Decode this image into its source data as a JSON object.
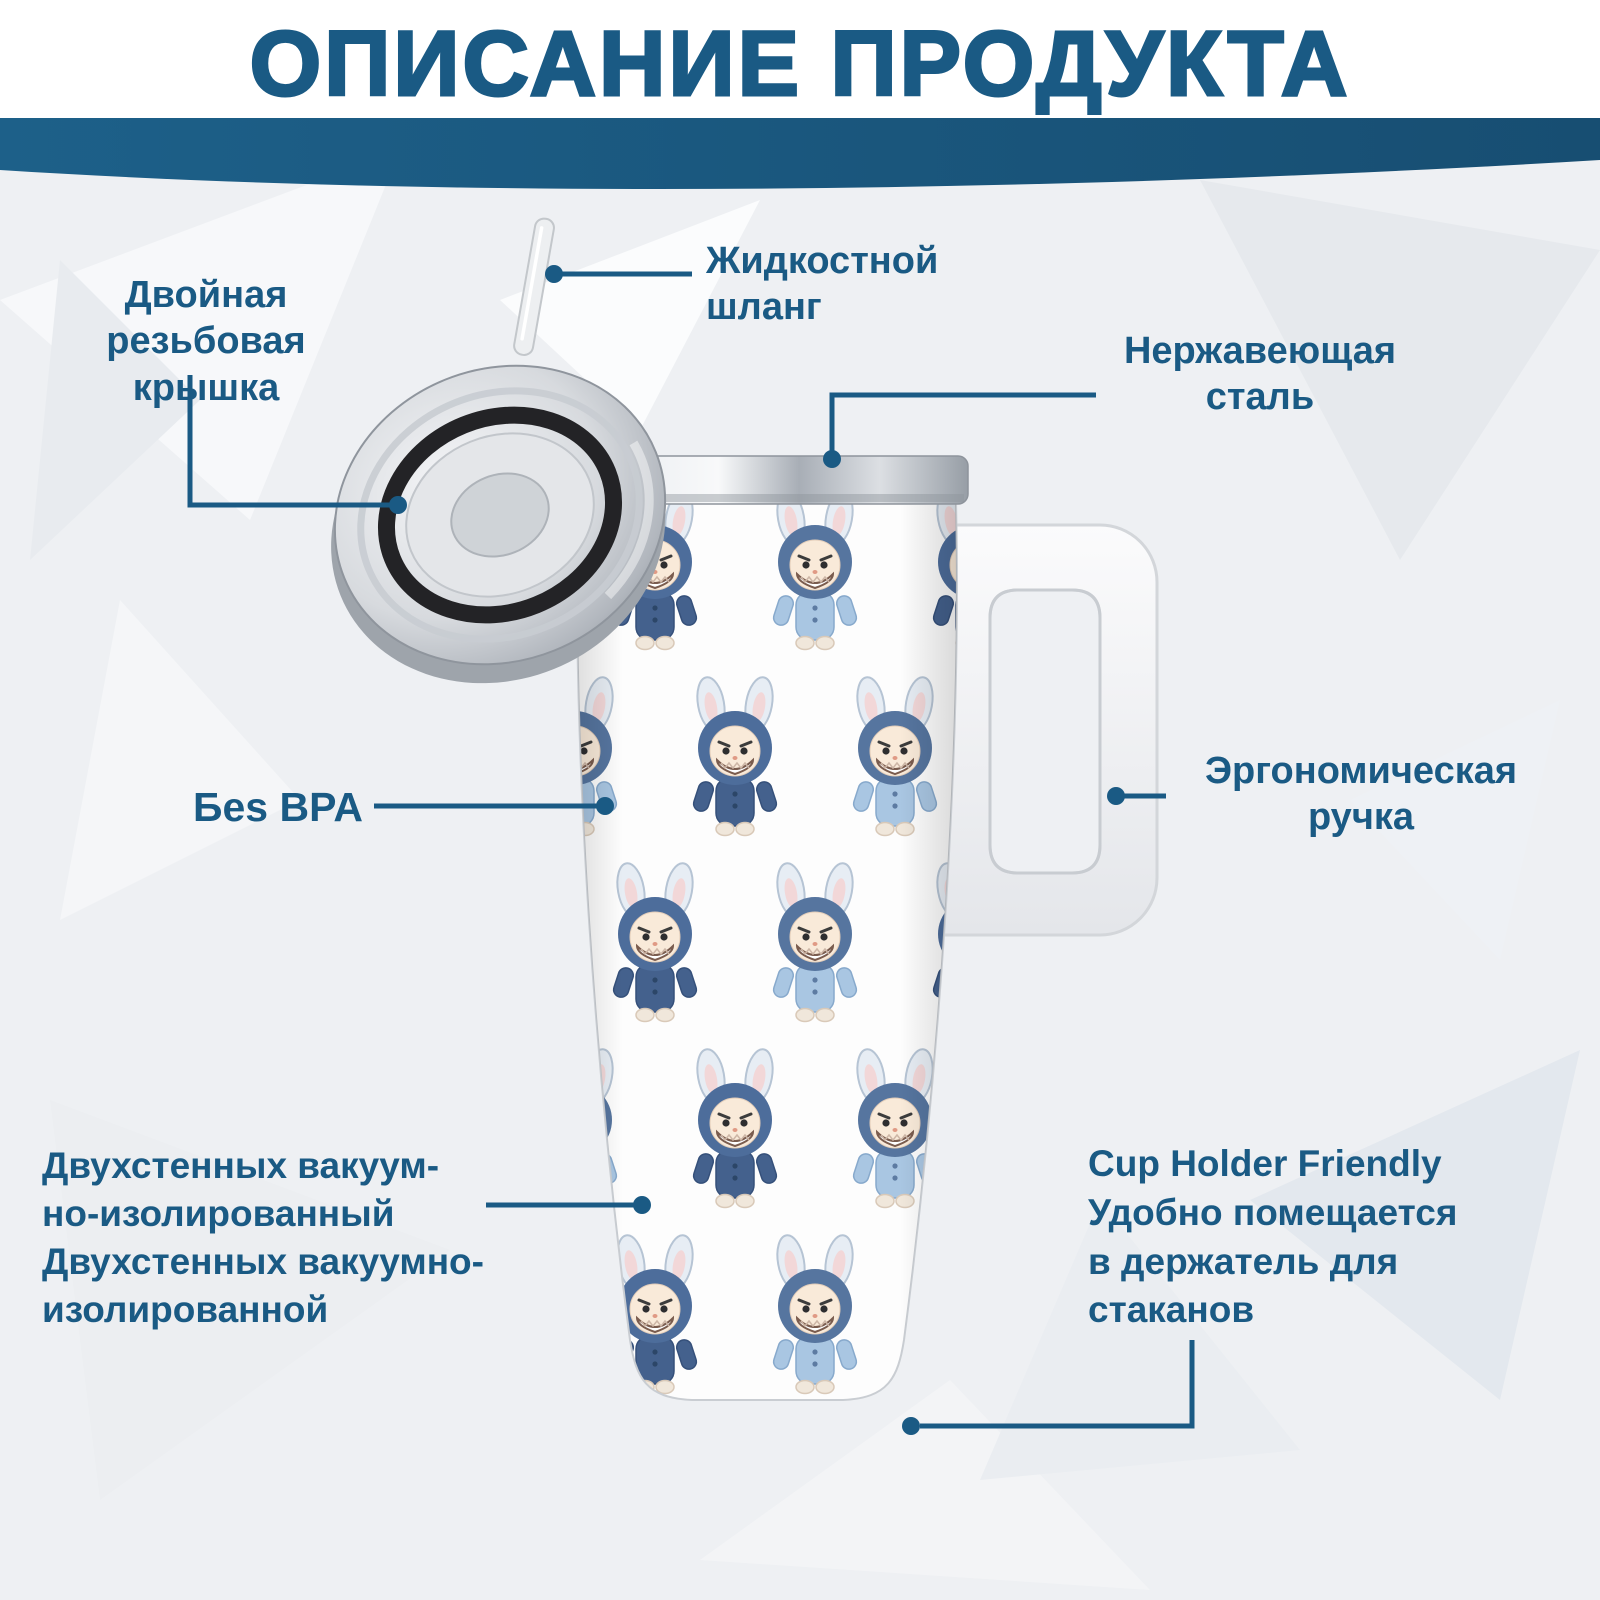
{
  "title": "ОПИСАНИЕ ПРОДУКТА",
  "colors": {
    "accent": "#1a5a84",
    "banner": "#1d5d85",
    "cup_pattern_dark_outfit": "#44618d",
    "cup_pattern_light_outfit": "#a9c6e2"
  },
  "callouts": {
    "lid": "Двойная\nрезьбовая крышка",
    "straw": "Жидкостной\nшланг",
    "steel": "Нержавеющая\nсталь",
    "bpa": "Бes BPA",
    "handle": "Эргономическая\nручка",
    "vacuum": "Двухстенных вакуум-\nно-изолированный\nДвухстенных вакуумно-\nизолированной",
    "cup_holder": "Cup Holder Friendly\nУдобно помещается\nв держатель для\nстаканов"
  }
}
